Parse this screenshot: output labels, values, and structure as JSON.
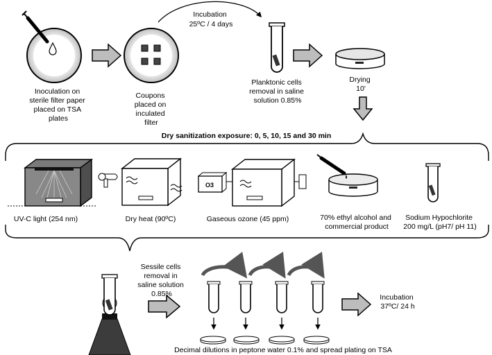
{
  "top": {
    "step1": {
      "lines": [
        "Inoculation on",
        "sterile filter paper",
        "placed on TSA",
        "plates"
      ]
    },
    "step2": {
      "lines": [
        "Coupons",
        "placed on",
        "inculated",
        "filter"
      ]
    },
    "incubation": {
      "line1": "Incubation",
      "line2": "25ºC / 4 days"
    },
    "step3": {
      "lines": [
        "Planktonic cells",
        "removal in saline",
        "solution 0.85%"
      ]
    },
    "step4": {
      "line1": "Drying",
      "line2": "10'"
    }
  },
  "exposure": {
    "heading": "Dry sanitization exposure: 0, 5, 10, 15 and 30 min",
    "ozone_symbol": "O3",
    "methods": [
      {
        "label": "UV-C light (254 nm)"
      },
      {
        "label": "Dry heat (90ºC)"
      },
      {
        "label": "Gaseous ozone (45 ppm)"
      },
      {
        "line1": "70% ethyl alcohol and",
        "line2": "commercial product"
      },
      {
        "line1": "Sodium Hypochlorite",
        "line2": "200 mg/L (pH7/ pH 11)"
      }
    ]
  },
  "bottom": {
    "sessile": {
      "lines": [
        "Sessile cells",
        "removal in",
        "saline solution",
        "0.85%"
      ]
    },
    "incubation": {
      "line1": "Incubation",
      "line2": "37ºC/ 24 h"
    },
    "dilutions": "Decimal dilutions in peptone water 0.1% and spread plating on TSA"
  }
}
